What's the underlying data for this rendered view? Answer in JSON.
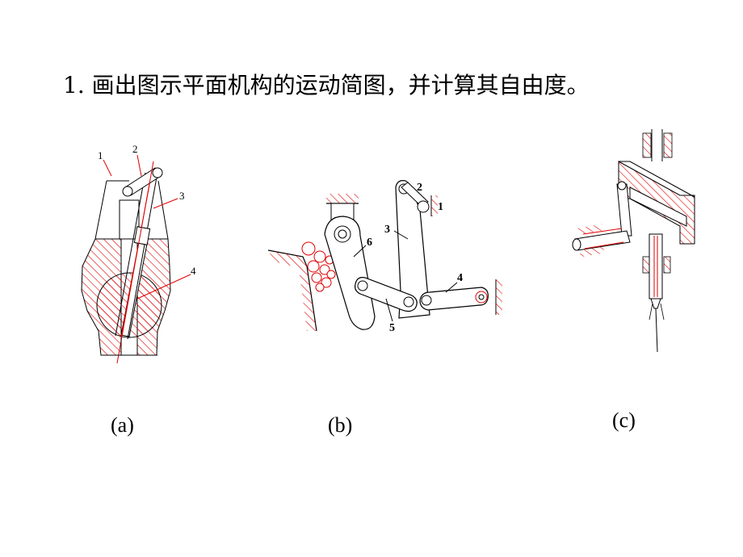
{
  "title": "1. 画出图示平面机构的运动简图，并计算其自由度。",
  "figures": {
    "a": {
      "caption": "(a)",
      "labels": [
        "1",
        "2",
        "3",
        "4"
      ]
    },
    "b": {
      "caption": "(b)",
      "labels": [
        "1",
        "2",
        "3",
        "4",
        "5",
        "6"
      ]
    },
    "c": {
      "caption": "(c)"
    }
  },
  "colors": {
    "line": "#000000",
    "hatch": "#e00000"
  }
}
